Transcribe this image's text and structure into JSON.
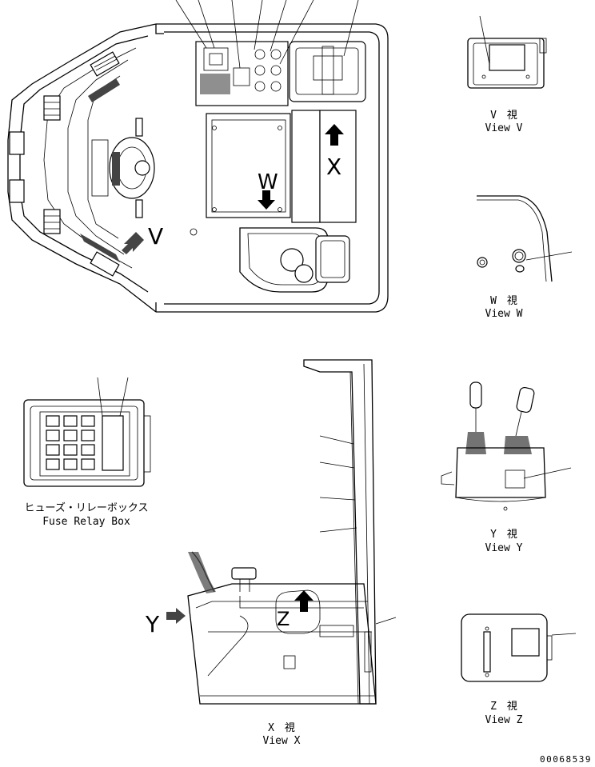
{
  "views": {
    "v": {
      "jp": "V　視",
      "en": "View V"
    },
    "w": {
      "jp": "W　視",
      "en": "View W"
    },
    "x": {
      "jp": "X　視",
      "en": "View X"
    },
    "y": {
      "jp": "Y　視",
      "en": "View Y"
    },
    "z": {
      "jp": "Z　視",
      "en": "View Z"
    },
    "fuse": {
      "jp": "ヒューズ・リレーボックス",
      "en": "Fuse Relay Box"
    }
  },
  "markers": {
    "v": "V",
    "w": "W",
    "x": "X",
    "y": "Y",
    "z": "Z"
  },
  "drawing_number": "00068539"
}
